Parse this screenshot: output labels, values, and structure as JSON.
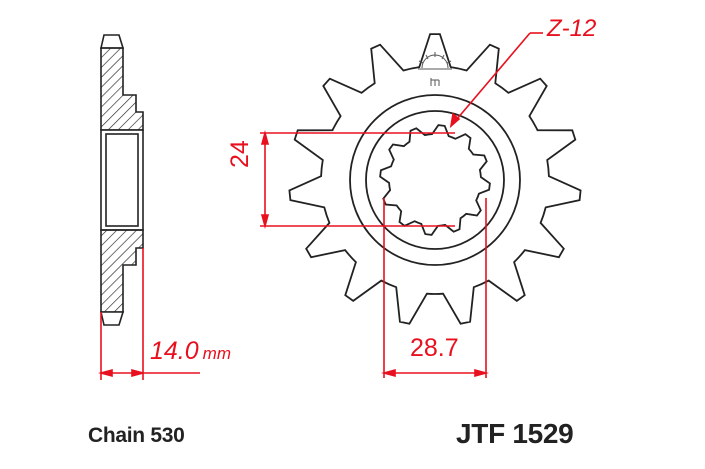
{
  "drawing": {
    "part_number": "JTF 1529",
    "chain": "Chain 530",
    "teeth_label": "Z-12",
    "thickness": {
      "value": "14.0",
      "unit": "mm"
    },
    "spline_height": "24",
    "spline_width": "28.7"
  },
  "colors": {
    "line": "#222222",
    "dimension": "#e8101e",
    "background": "#ffffff"
  }
}
